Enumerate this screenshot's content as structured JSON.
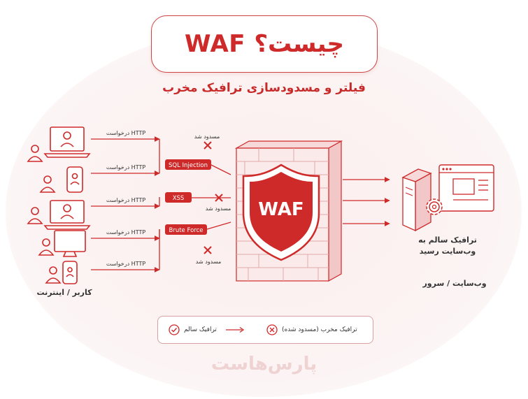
{
  "title": "WAF چیست؟",
  "subtitle": "فیلتر و مسدودسازی ترافیک مخرب",
  "users_label": "کاربر / اینترنت",
  "http_request_label": "درخواست HTTP",
  "blocked_label": "مسدود شد",
  "attacks": [
    "SQL Injection",
    "XSS",
    "Brute Force"
  ],
  "waf_label": "WAF",
  "clean_traffic_label_line1": "ترافیک سالم به",
  "clean_traffic_label_line2": "وب‌سایت رسید",
  "server_label": "وب‌سایت / سرور",
  "legend": {
    "clean": "ترافیک سالم",
    "malicious": "ترافیک مخرب (مسدود شده)"
  },
  "watermark": "پارس‌هاست",
  "colors": {
    "accent": "#cf2a2a",
    "accent_light": "#f6d6d6",
    "text": "#333333"
  },
  "icons": [
    "user-icon",
    "laptop-icon",
    "phone-icon",
    "monitor-icon",
    "shield-icon",
    "firewall-icon",
    "server-icon",
    "browser-window-icon",
    "gear-icon",
    "check-circle-icon",
    "x-circle-icon",
    "arrow-icon"
  ]
}
